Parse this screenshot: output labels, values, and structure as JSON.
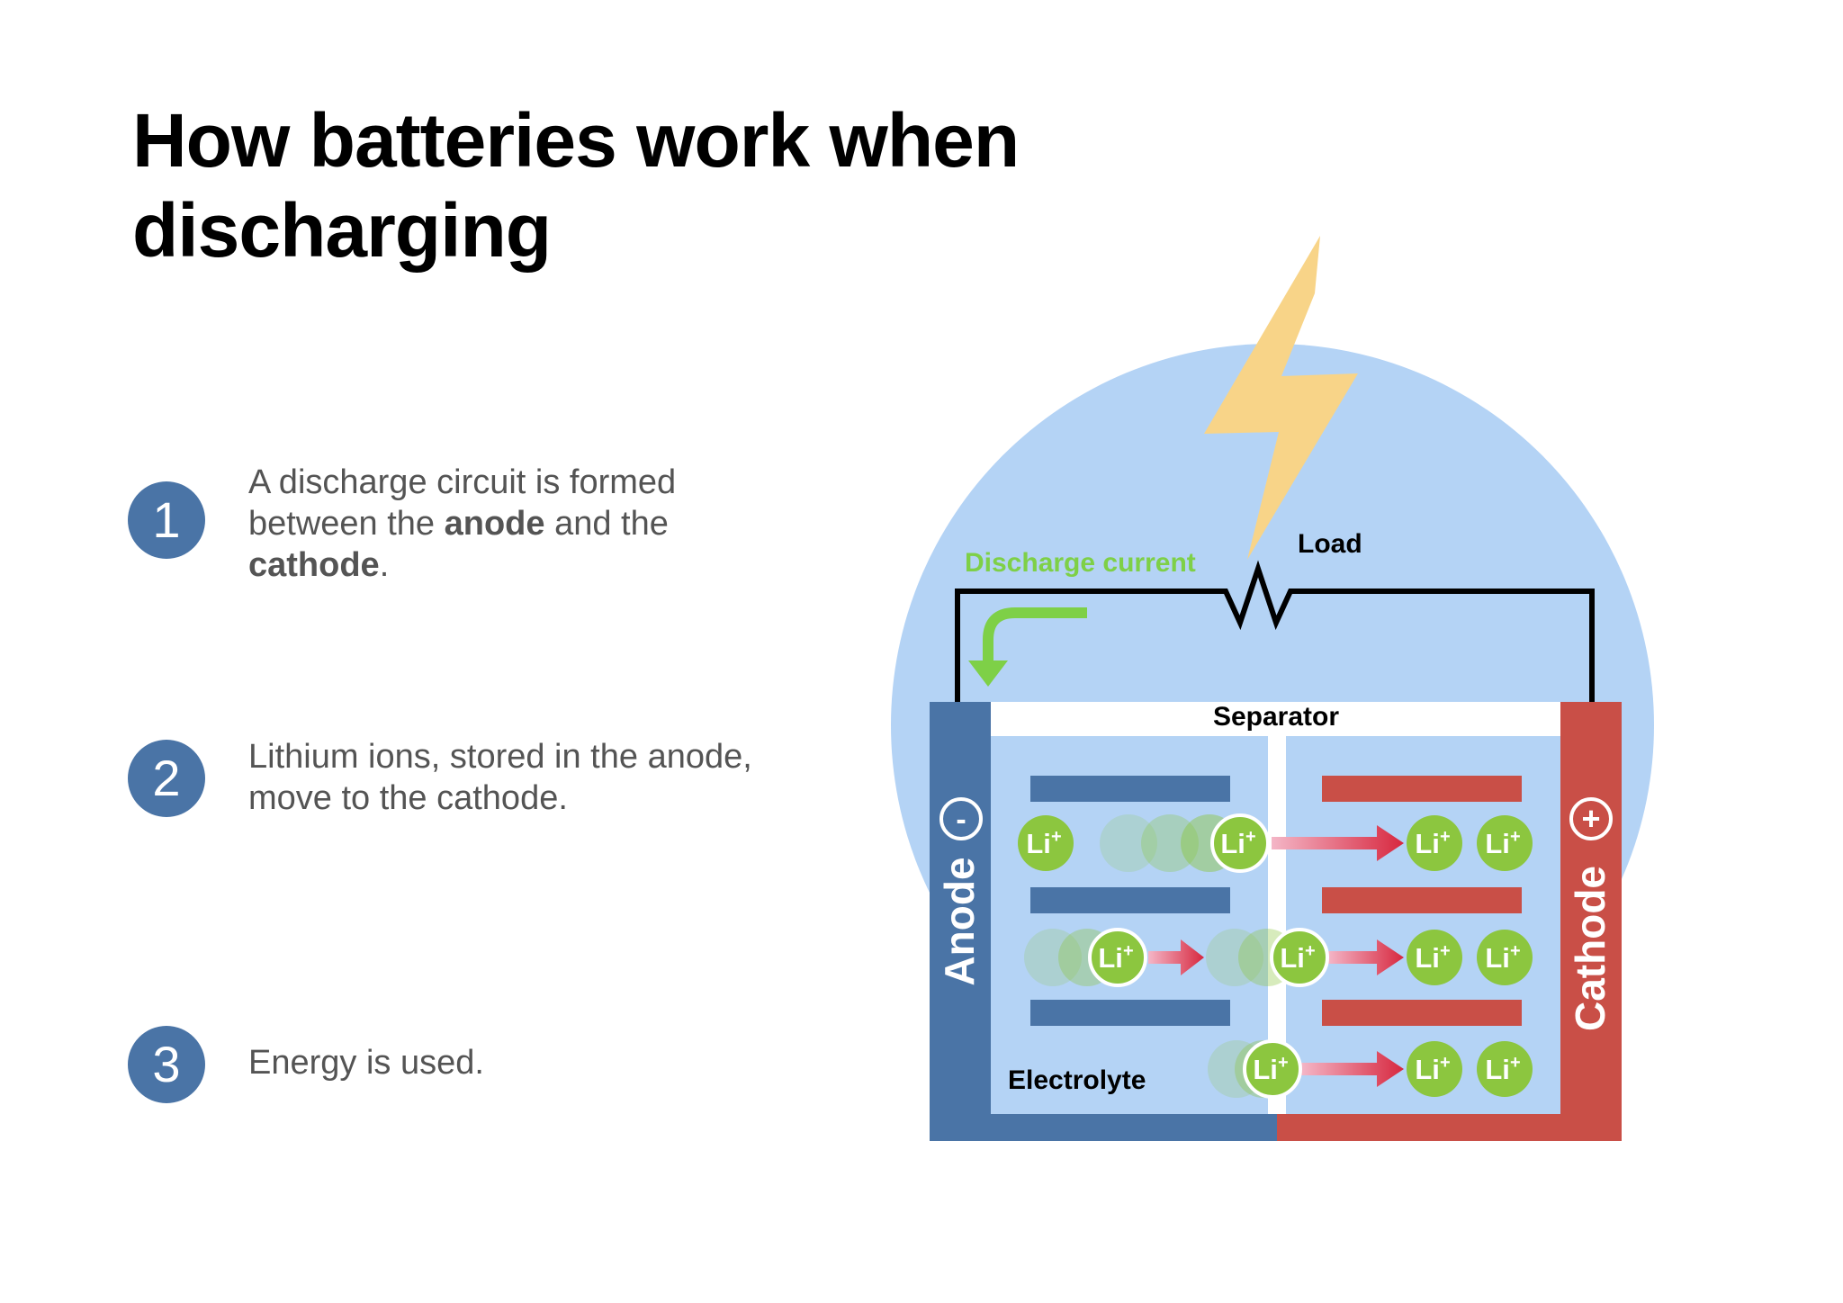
{
  "title": "How batteries work when discharging",
  "steps": [
    {
      "number": "1",
      "parts": [
        {
          "text": "A discharge circuit is formed between the ",
          "bold": false
        },
        {
          "text": "anode",
          "bold": true
        },
        {
          "text": " and the ",
          "bold": false
        },
        {
          "text": "cathode",
          "bold": true
        },
        {
          "text": ".",
          "bold": false
        }
      ]
    },
    {
      "number": "2",
      "parts": [
        {
          "text": "Lithium ions, stored in the anode, move to the cathode.",
          "bold": false
        }
      ]
    },
    {
      "number": "3",
      "parts": [
        {
          "text": "Energy is used.",
          "bold": false
        }
      ]
    }
  ],
  "diagram": {
    "discharge_current": "Discharge current",
    "load": "Load",
    "separator": "Separator",
    "electrolyte": "Electrolyte",
    "anode": "Anode",
    "cathode": "Cathode",
    "anode_sign": "-",
    "cathode_sign": "+",
    "ion": "Li",
    "ion_charge": "+"
  },
  "colors": {
    "anode": "#4a74a6",
    "cathode": "#c94f47",
    "electrolyte": "#b4d3f5",
    "circle": "#b4d3f5",
    "ion": "#8cc63f",
    "current": "#7ed047",
    "bolt": "#f8d488"
  }
}
